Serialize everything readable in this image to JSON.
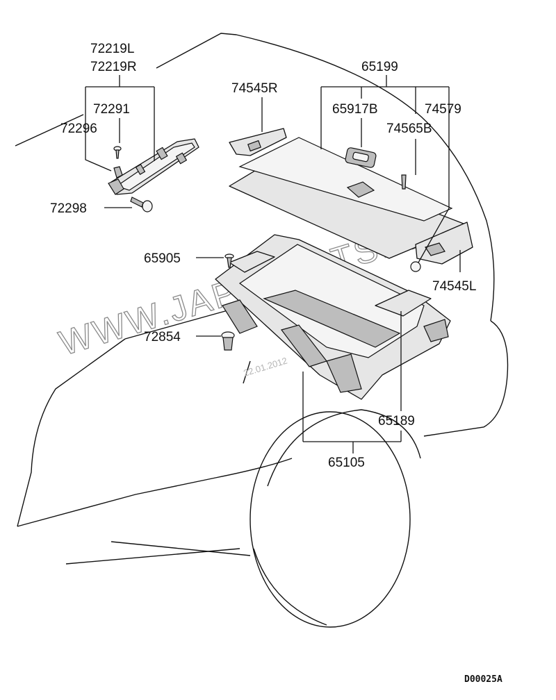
{
  "diagram": {
    "code": "D00025A",
    "watermark": "WWW.JAPANCATS.RU",
    "date_stamp": "22.01.2012",
    "labels": {
      "p72219L": "72219L",
      "p72219R": "72219R",
      "p72291": "72291",
      "p72296": "72296",
      "p72298": "72298",
      "p65905": "65905",
      "p72854": "72854",
      "p74545R": "74545R",
      "p65199": "65199",
      "p65917B": "65917B",
      "p74579": "74579",
      "p74565B": "74565B",
      "p74545L": "74545L",
      "p65189": "65189",
      "p65105": "65105"
    }
  }
}
